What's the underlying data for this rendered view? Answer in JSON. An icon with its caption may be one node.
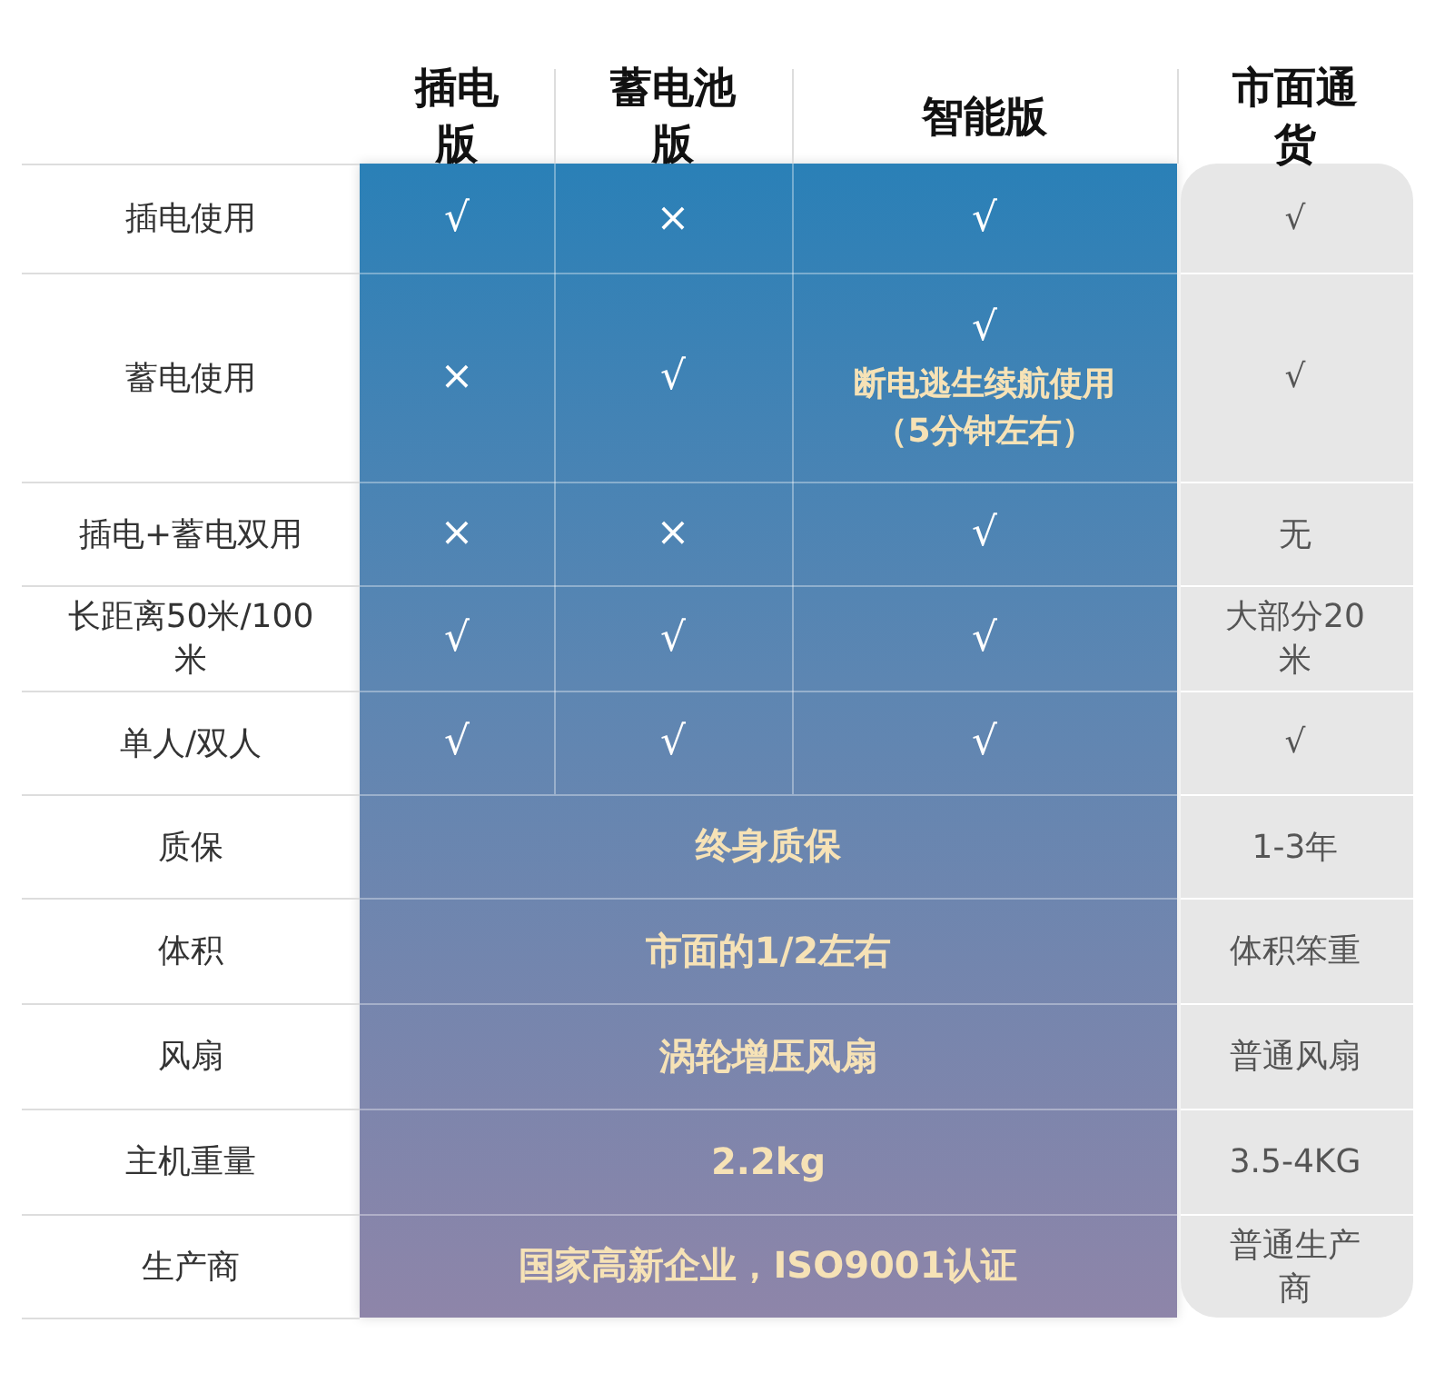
{
  "diagram": {
    "labels": [
      "插电版",
      "蓄电池版",
      "智能版",
      "市面通货",
      "插电使用",
      "√",
      "×",
      "√",
      "√",
      "蓄电使用",
      "×",
      "√",
      "√",
      "断电逃生续航使用（5分钟左右）",
      "√",
      "插电+蓄电双用",
      "×",
      "×",
      "√",
      "无",
      "长距离50米/100米",
      "√",
      "√",
      "√",
      "大部分20米",
      "单人/双人",
      "√",
      "√",
      "√",
      "√",
      "质保",
      "终身质保",
      "1-3年",
      "体积",
      "市面的1/2左右",
      "体积笨重",
      "风扇",
      "涡轮增压风扇",
      "普通风扇",
      "主机重量",
      "2.2kg",
      "3.5-4KG",
      "生产商",
      "国家高新企业，ISO9001认证",
      "普通生产商"
    ]
  }
}
